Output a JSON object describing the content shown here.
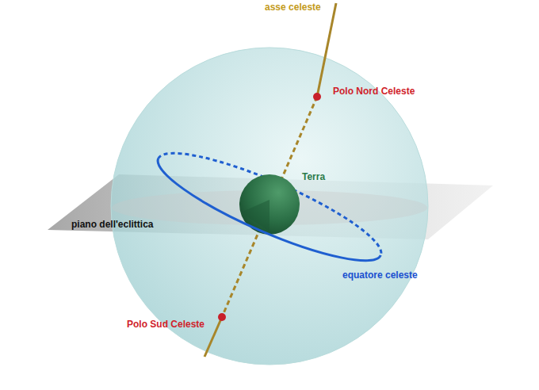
{
  "diagram": {
    "labels": [
      "asse celeste",
      "Polo Nord Celeste",
      "Terra",
      "piano dell'eclittica",
      "equatore celeste",
      "Polo Sud Celeste"
    ]
  }
}
